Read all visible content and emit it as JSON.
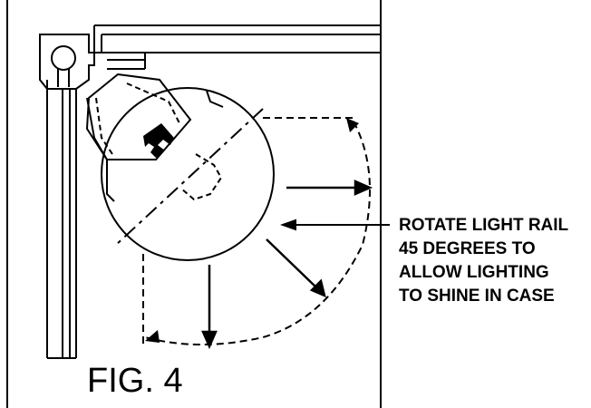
{
  "annotation": {
    "lines": [
      "ROTATE LIGHT RAIL",
      "45 DEGREES TO",
      "ALLOW LIGHTING",
      "TO SHINE IN CASE"
    ]
  },
  "figure_label": "FIG. 4"
}
